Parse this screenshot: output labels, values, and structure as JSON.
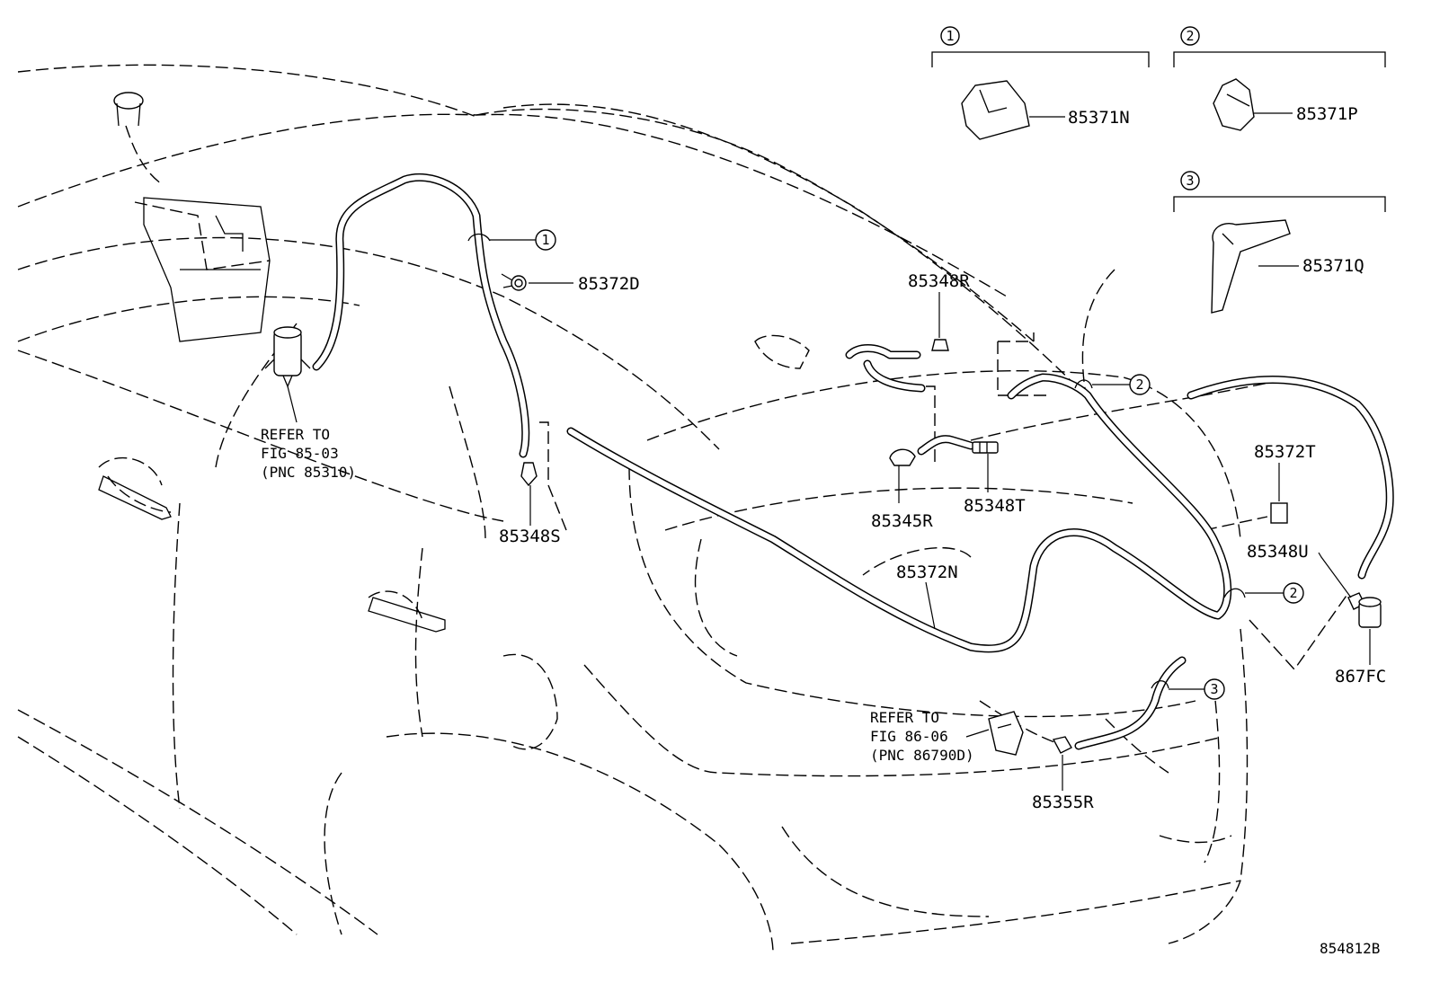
{
  "diagram": {
    "part_labels": {
      "p85371N": "85371N",
      "p85371P": "85371P",
      "p85371Q": "85371Q",
      "p85372D": "85372D",
      "p85348R": "85348R",
      "p85372T": "85372T",
      "p85348U": "85348U",
      "p85345R": "85345R",
      "p85348T": "85348T",
      "p85348S": "85348S",
      "p85372N": "85372N",
      "p867FC": "867FC",
      "p85355R": "85355R"
    },
    "references": {
      "ref1": [
        "REFER TO",
        "FIG 85-03",
        "(PNC 85310)"
      ],
      "ref2": [
        "REFER TO",
        "FIG 86-06",
        "(PNC 86790D)"
      ]
    },
    "callouts": {
      "c1": "1",
      "c2": "2",
      "c3": "3"
    },
    "figure_id": "854812B"
  }
}
